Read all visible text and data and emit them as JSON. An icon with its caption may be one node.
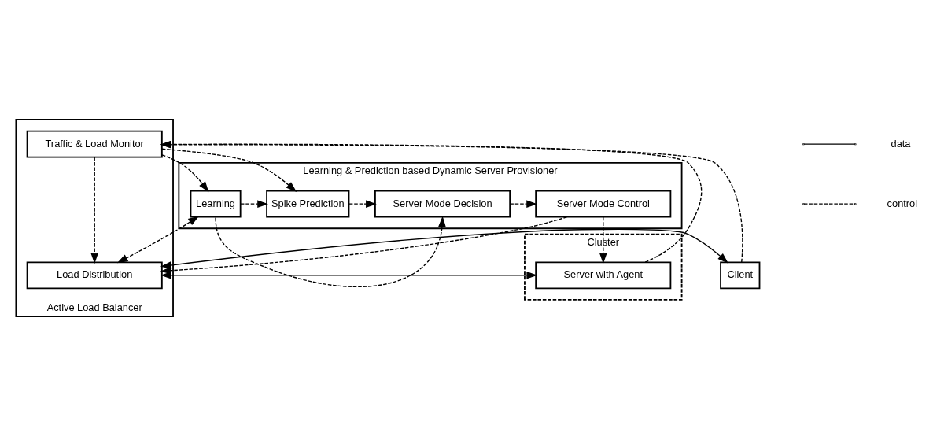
{
  "diagram": {
    "nodes": [
      {
        "text": [
          "Learning & Prediction based Dynamic Server Provisioner"
        ]
      },
      {
        "text": [
          "Learning"
        ],
        "in": 0
      },
      {
        "text": [
          "Spike Prediction"
        ],
        "in": 0
      },
      {
        "text": [
          "Server Mode Decision"
        ],
        "in": 0
      },
      {
        "text": [
          "Server Mode Control"
        ],
        "in": 0
      },
      {
        "text": [
          "Active Load Balancer"
        ]
      },
      {
        "text": [
          "Traffic & Load Monitor"
        ],
        "in": 5
      },
      {
        "text": [
          "Load Distribution"
        ],
        "in": 5
      },
      {
        "text": [
          "Client"
        ]
      },
      {
        "text": [
          "Cluster"
        ]
      },
      {
        "text": [
          "Server with Agent"
        ],
        "in": 9
      }
    ],
    "edges": [
      {
        "from": 1,
        "to": 2,
        "arrow": "to",
        "style": "dashed"
      },
      {
        "from": 2,
        "to": 3,
        "arrow": "to",
        "style": "dashed"
      },
      {
        "from": 3,
        "to": 4,
        "arrow": "to",
        "style": "dashed"
      },
      {
        "from": 1,
        "to": 3,
        "arrow": "to",
        "style": "dashed"
      },
      {
        "from": 4,
        "to": 10,
        "arrow": "to",
        "style": "dashed"
      },
      {
        "from": 4,
        "to": 7,
        "arrow": "to",
        "style": "dashed"
      },
      {
        "from": 6,
        "to": 1,
        "arrow": "to",
        "style": "dashed"
      },
      {
        "from": 6,
        "to": 2,
        "arrow": "to",
        "style": "dashed"
      },
      {
        "from": 1,
        "to": 7,
        "arrow": "both",
        "style": "dashed"
      },
      {
        "from": 6,
        "to": 7,
        "arrow": "to",
        "style": "dashed"
      },
      {
        "from": 10,
        "to": 6,
        "arrow": "to",
        "style": "dashed"
      },
      {
        "from": 8,
        "to": 6,
        "arrow": "to",
        "style": "dashed"
      },
      {
        "from": 8,
        "to": 7,
        "arrow": "both"
      },
      {
        "from": 7,
        "to": 10,
        "arrow": "both"
      }
    ],
    "legend": [
      {
        "text": "data"
      },
      {
        "text": "control"
      }
    ]
  }
}
